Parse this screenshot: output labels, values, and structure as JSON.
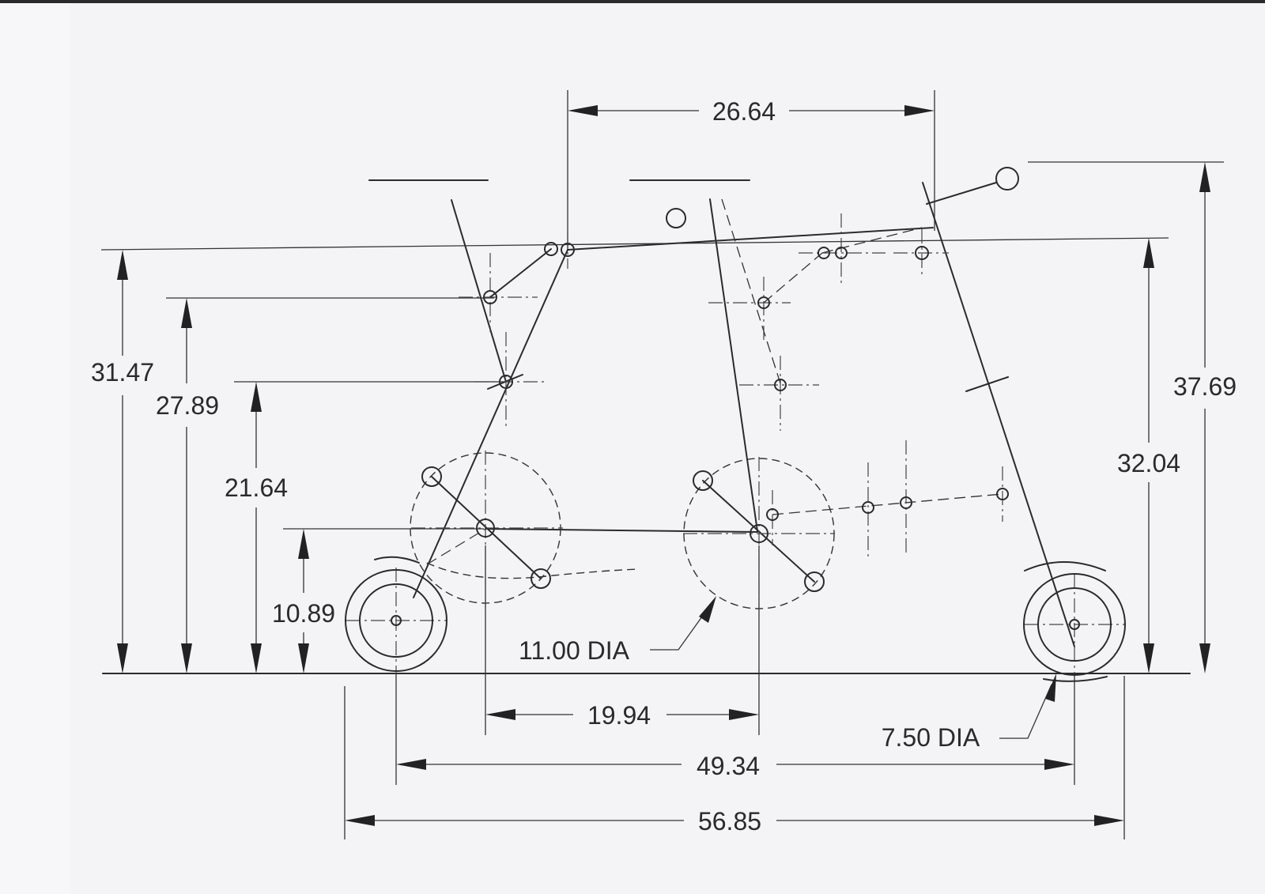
{
  "dimensions": {
    "top_width": "26.64",
    "left_overall_height": "31.47",
    "left_second_height": "27.89",
    "left_third_height": "21.64",
    "crank_height": "10.89",
    "right_overall_height": "37.69",
    "right_frame_height": "32.04",
    "crank_spacing": "19.94",
    "wheelbase": "49.34",
    "overall_length": "56.85"
  },
  "callouts": {
    "sprocket_dia": "11.00 DIA",
    "wheel_dia": "7.50 DIA"
  }
}
